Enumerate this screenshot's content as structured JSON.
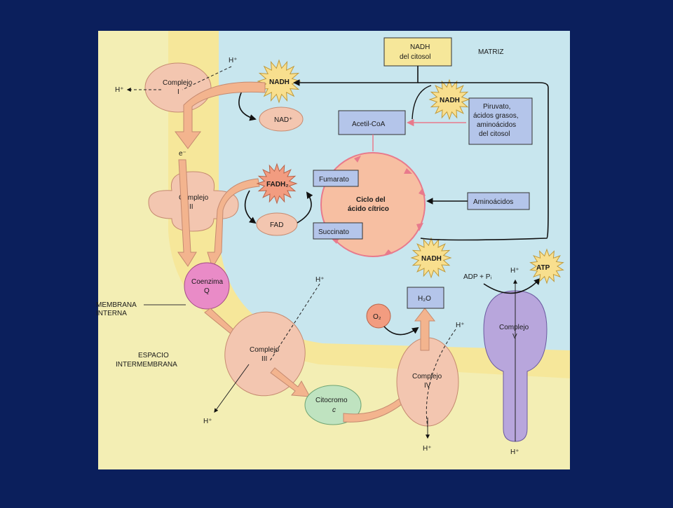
{
  "colors": {
    "background": "#0b1f5c",
    "matrix": "#c8e6ee",
    "intermembrane": "#f3eeb4",
    "membrane": "#f6e79a",
    "complex": "#f3c6b0",
    "coenzyme_q": "#e98bc7",
    "cytochrome": "#bfe3c0",
    "complex_v": "#b8a6dc",
    "box": "#b4c5ea",
    "cycle": "#f7bfa2",
    "starburst": "#f8df8e",
    "fadh2": "#f29c80",
    "flow_arrow": "#f3b48e",
    "pink_arrow": "#e87a8c"
  },
  "labels": {
    "matriz": "MATRIZ",
    "membrana_interna_1": "MEMBRANA",
    "membrana_interna_2": "INTERNA",
    "espacio_1": "ESPACIO",
    "espacio_2": "INTERMEMBRANA",
    "complejo_i_1": "Complejo",
    "complejo_i_2": "I",
    "complejo_ii_1": "Complejo",
    "complejo_ii_2": "II",
    "coenzima_1": "Coenzima",
    "coenzima_2": "Q",
    "complejo_iii_1": "Complejo",
    "complejo_iii_2": "III",
    "citocromo_1": "Citocromo",
    "citocromo_2": "c",
    "complejo_iv_1": "Complejo",
    "complejo_iv_2": "IV",
    "complejo_v_1": "Complejo",
    "complejo_v_2": "V",
    "nadh_top": "NADH",
    "nadh_mid": "NADH",
    "nadh_bottom": "NADH",
    "nad_plus": "NAD⁺",
    "fadh2": "FADH₂",
    "fad": "FAD",
    "nadh_citosol_1": "NADH",
    "nadh_citosol_2": "del citosol",
    "piruvato_1": "Piruvato,",
    "piruvato_2": "ácidos grasos,",
    "piruvato_3": "aminoácidos",
    "piruvato_4": "del citosol",
    "acetil_coa": "Acetil-CoA",
    "fumarato": "Fumarato",
    "succinato": "Succinato",
    "aminoacidos": "Aminoácidos",
    "ciclo_1": "Ciclo del",
    "ciclo_2": "ácido cítrico",
    "o2": "O₂",
    "h2o": "H₂O",
    "atp": "ATP",
    "adp_pi": "ADP + Pᵢ",
    "electron": "e⁻",
    "h_c1_top": "H⁺",
    "h_c1_left": "H⁺",
    "h_c3_top": "H⁺",
    "h_c3_bottom": "H⁺",
    "h_c4_top": "H⁺",
    "h_c4_bottom": "H⁺",
    "h_c5_top": "H⁺",
    "h_c5_bottom": "H⁺"
  }
}
